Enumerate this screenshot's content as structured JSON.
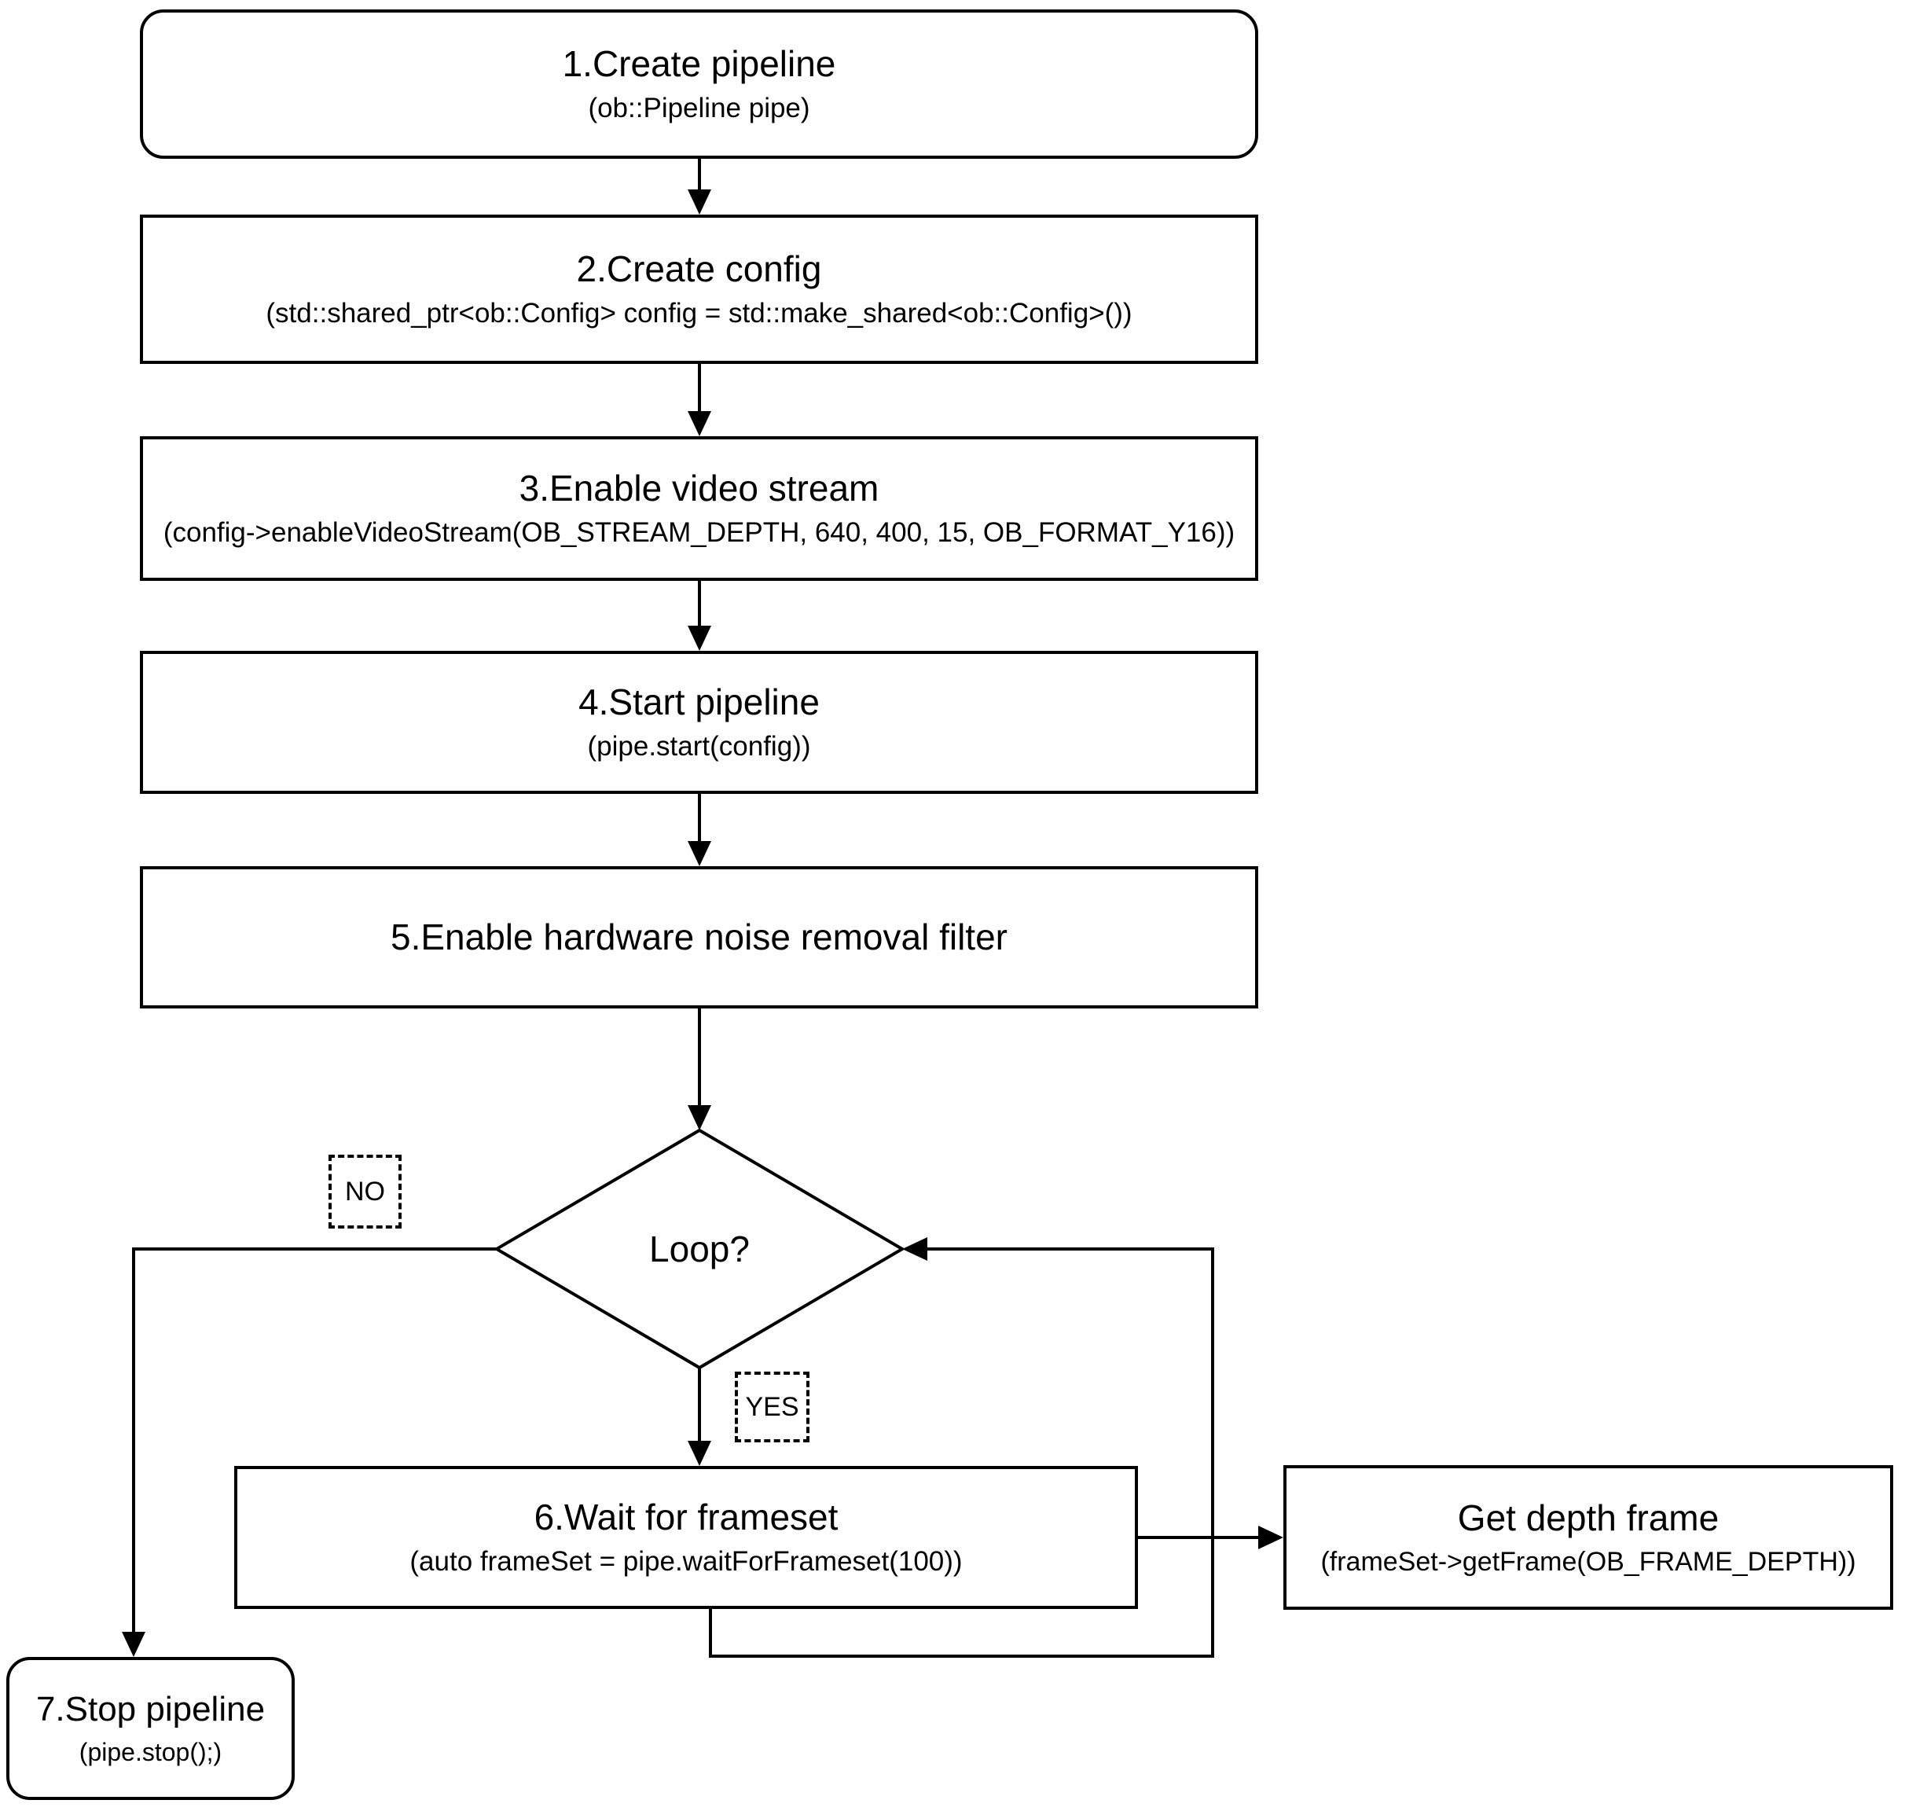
{
  "flowchart": {
    "background_color": "#ffffff",
    "stroke_color": "#000000",
    "nodes": {
      "create_pipeline": {
        "title": "1.Create pipeline",
        "subtitle": "(ob::Pipeline pipe)"
      },
      "create_config": {
        "title": "2.Create config",
        "subtitle": "(std::shared_ptr<ob::Config> config = std::make_shared<ob::Config>())"
      },
      "enable_video_stream": {
        "title": "3.Enable video stream",
        "subtitle": "(config->enableVideoStream(OB_STREAM_DEPTH, 640, 400, 15, OB_FORMAT_Y16))"
      },
      "start_pipeline": {
        "title": "4.Start pipeline",
        "subtitle": "(pipe.start(config))"
      },
      "enable_noise_filter": {
        "title": "5.Enable hardware noise removal filter"
      },
      "loop_decision": {
        "title": "Loop?"
      },
      "wait_for_frameset": {
        "title": "6.Wait for frameset",
        "subtitle": "(auto frameSet = pipe.waitForFrameset(100))"
      },
      "get_depth_frame": {
        "title": "Get depth frame",
        "subtitle": "(frameSet->getFrame(OB_FRAME_DEPTH))"
      },
      "stop_pipeline": {
        "title": "7.Stop pipeline",
        "subtitle": "(pipe.stop();)"
      }
    },
    "labels": {
      "no": "NO",
      "yes": "YES"
    },
    "edges": [
      {
        "from": "create_pipeline",
        "to": "create_config"
      },
      {
        "from": "create_config",
        "to": "enable_video_stream"
      },
      {
        "from": "enable_video_stream",
        "to": "start_pipeline"
      },
      {
        "from": "start_pipeline",
        "to": "enable_noise_filter"
      },
      {
        "from": "enable_noise_filter",
        "to": "loop_decision"
      },
      {
        "from": "loop_decision",
        "to": "wait_for_frameset",
        "label": "YES"
      },
      {
        "from": "loop_decision",
        "to": "stop_pipeline",
        "label": "NO"
      },
      {
        "from": "wait_for_frameset",
        "to": "get_depth_frame"
      },
      {
        "from": "wait_for_frameset",
        "to": "loop_decision"
      }
    ]
  }
}
